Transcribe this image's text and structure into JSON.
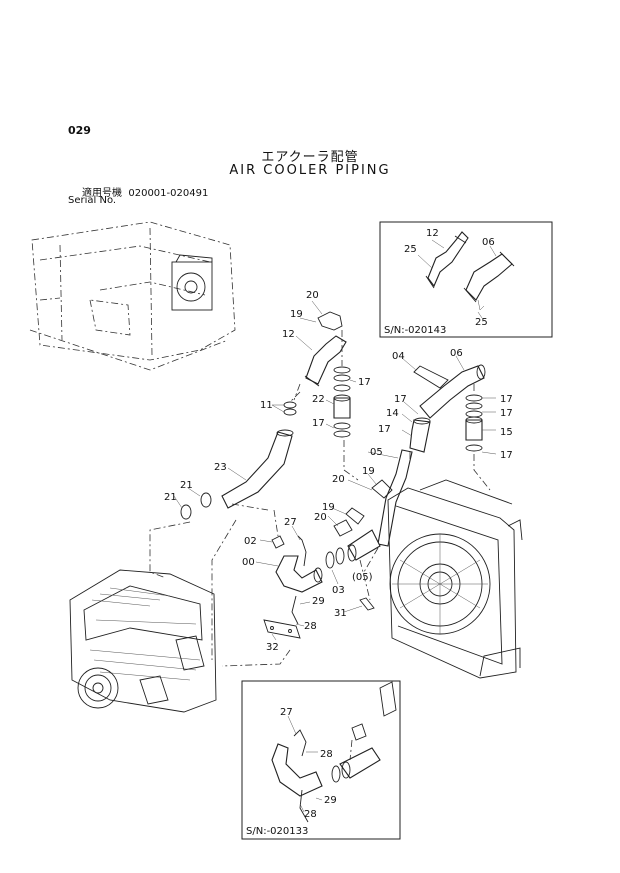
{
  "header": {
    "page_number": "029",
    "title_jp": "エアクーラ配管",
    "title_en": "AIR COOLER PIPING",
    "serial_label_jp": "適用号機",
    "serial_range": "020001-020491",
    "serial_label_en": "Serial No."
  },
  "insets": {
    "top_right_serial": "S/N:-020143",
    "bottom_serial": "S/N:-020133"
  },
  "callouts": {
    "c00": "00",
    "c02": "02",
    "c03": "03",
    "c04": "04",
    "c05": "05",
    "c05p": "(05)",
    "c06": "06",
    "c11": "11",
    "c12": "12",
    "c14": "14",
    "c15": "15",
    "c17": "17",
    "c19": "19",
    "c20": "20",
    "c21": "21",
    "c22": "22",
    "c23": "23",
    "c25": "25",
    "c27": "27",
    "c28": "28",
    "c29": "29",
    "c31": "31",
    "c32": "32"
  }
}
